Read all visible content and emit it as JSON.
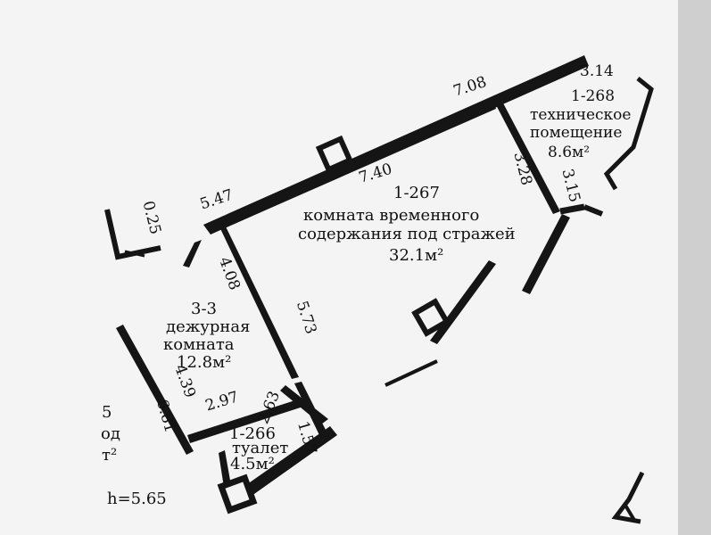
{
  "rooms": {
    "r267": {
      "number": "1-267",
      "line1": "комната временного",
      "line2": "содержания под стражей",
      "area": "32.1м²"
    },
    "r268": {
      "number": "1-268",
      "line1": "техническое",
      "line2": "помещение",
      "area": "8.6м²"
    },
    "r33": {
      "number": "3-3",
      "line1": "дежурная",
      "line2": "комната",
      "area": "12.8м²"
    },
    "r266": {
      "number": "1-266",
      "line1": "туалет",
      "area": "4.5м²"
    }
  },
  "dimensions": {
    "d708": "7.08",
    "d314": "3.14",
    "d740": "7.40",
    "d547": "5.47",
    "d328": "3.28",
    "d315": "3.15",
    "d025": "0.25",
    "d408": "4.08",
    "d573": "5.73",
    "d439": "4.39",
    "d297": "2.97",
    "d681": "6.81",
    "d263": "2.63",
    "d157": "1.57"
  },
  "partial": {
    "p1": "5",
    "p2": "од",
    "p3": "т²"
  },
  "height_note": "h=5.65"
}
